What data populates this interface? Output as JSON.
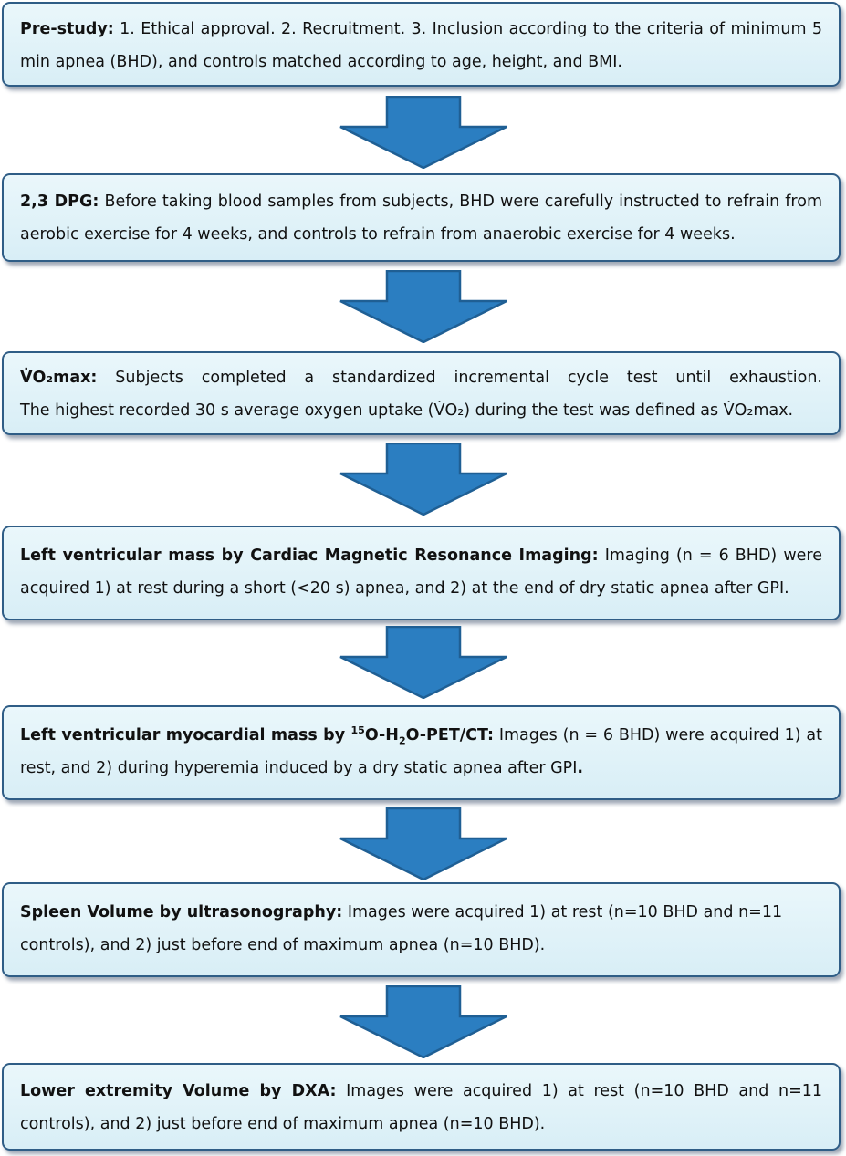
{
  "boxes": [
    {
      "title": "Pre-study:",
      "text": " 1. Ethical approval. 2. Recruitment. 3. Inclusion according to the criteria of minimum 5 min apnea (BHD), and controls matched according to age, height, and BMI."
    },
    {
      "title": "2,3 DPG:",
      "text": " Before taking blood samples from subjects, BHD were carefully instructed to refrain from aerobic exercise for 4 weeks, and controls to refrain from anaerobic exercise for 4 weeks."
    },
    {
      "title": "V̇O₂max:",
      "line1": " Subjects completed a standardized incremental cycle test until exhaustion.",
      "line2": "The highest recorded 30 s average oxygen uptake (V̇O₂) during the test was defined as V̇O₂max."
    },
    {
      "title": "Left ventricular mass by Cardiac Magnetic Resonance Imaging:",
      "text": " Imaging (n = 6 BHD) were acquired 1) at rest during a short (<20 s) apnea, and 2) at the end of dry static apnea after GPI."
    },
    {
      "title_a": "Left ventricular myocardial mass by ",
      "title_sup": "15",
      "title_b": "O-H",
      "title_sub": "2",
      "title_c": "O-PET/CT:",
      "text": " Images (n = 6 BHD) were acquired 1) at rest, and  2) during hyperemia induced by a dry static apnea after GPI",
      "text_end": "."
    },
    {
      "title": "Spleen Volume by ultrasonography:",
      "line1": " Images were acquired 1) at rest (n=10 BHD and n=11",
      "line2": "controls), and 2) just before end of maximum apnea (n=10 BHD)."
    },
    {
      "title": "Lower extremity Volume by DXA:",
      "text": " Images were acquired 1) at rest (n=10 BHD and n=11 controls), and 2) just before end of maximum apnea (n=10 BHD)."
    }
  ],
  "colors": {
    "box_fill": "#dff1f8",
    "box_border": "#2f5d86",
    "arrow_fill": "#2b7ec1",
    "arrow_border": "#1f5f94"
  }
}
